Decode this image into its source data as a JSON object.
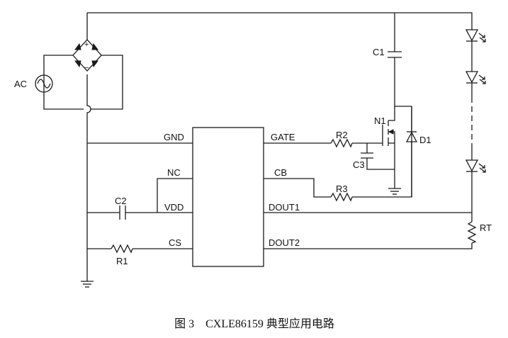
{
  "caption": "图 3　CXLE86159 典型应用电路",
  "colors": {
    "line": "#1a1a1a",
    "background": "#ffffff"
  },
  "source": {
    "label": "AC",
    "icon": "ac-source-icon"
  },
  "bridge": {
    "plus": "+",
    "minus": "−"
  },
  "ic": {
    "left_pins": [
      "GND",
      "NC",
      "VDD",
      "CS"
    ],
    "right_pins": [
      "GATE",
      "CB",
      "DOUT1",
      "DOUT2"
    ]
  },
  "components": {
    "c1": "C1",
    "c2": "C2",
    "c3": "C3",
    "r1": "R1",
    "r2": "R2",
    "r3": "R3",
    "n1": "N1",
    "d1": "D1",
    "rt": "RT"
  },
  "led_string": {
    "count_visible": 3,
    "icon": "led-icon"
  }
}
